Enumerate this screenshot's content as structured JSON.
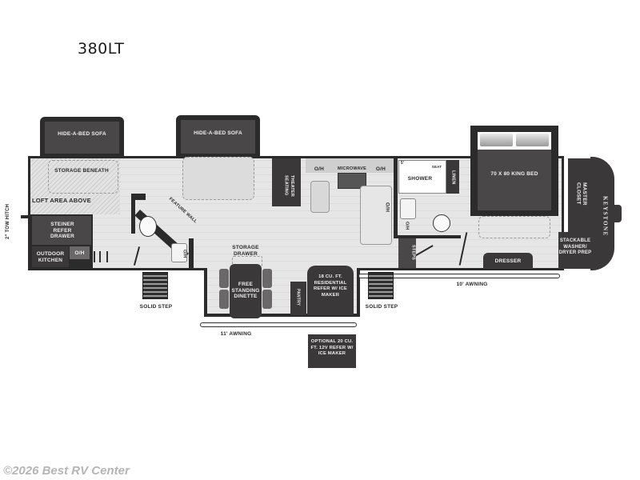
{
  "header": {
    "model": "380LT"
  },
  "footer": {
    "copyright": "©2026 Best RV Center"
  },
  "floorplan": {
    "exterior": {
      "tow_hitch": "2\" TOW HITCH",
      "brand": "KEYSTONE",
      "awning_front": "11' AWNING",
      "awning_rear": "10' AWNING",
      "step_left": "SOLID STEP",
      "step_right": "SOLID STEP"
    },
    "front_living": {
      "sofa_1": "HIDE-A-BED SOFA",
      "storage_beneath": "STORAGE BENEATH",
      "loft": "LOFT AREA ABOVE",
      "steiner_refer": "STEINER REFER DRAWER",
      "outdoor_kitchen": "OUTDOOR KITCHEN",
      "outdoor_oh": "O/H"
    },
    "half_bath": {
      "feature_wall": "FEATURE WALL",
      "oh": "O/H"
    },
    "living": {
      "sofa_2": "HIDE-A-BED SOFA",
      "theater_seating": "THEATER SEATING",
      "storage_drawer": "STORAGE DRAWER",
      "dinette": "FREE STANDING DINETTE",
      "pantry": "PANTRY",
      "refer": "18 CU. FT. RESIDENTIAL REFER W/ ICE MAKER",
      "optional_refer": "OPTIONAL 20 CU. FT. 12V REFER W/ ICE MAKER"
    },
    "kitchen": {
      "oh_left": "O/H",
      "microwave": "MICROWAVE",
      "oh_right": "O/H",
      "oh_island": "O/H"
    },
    "bath": {
      "shower": "SHOWER",
      "seat": "SEAT",
      "shower_size": "5'",
      "linen": "LINEN",
      "oh": "O/H",
      "steps": "STEPS"
    },
    "bedroom": {
      "bed": "70 X 80 KING BED",
      "dresser": "DRESSER",
      "closet": "MASTER CLOSET",
      "washer": "STACKABLE WASHER/ DRYER PREP"
    }
  }
}
